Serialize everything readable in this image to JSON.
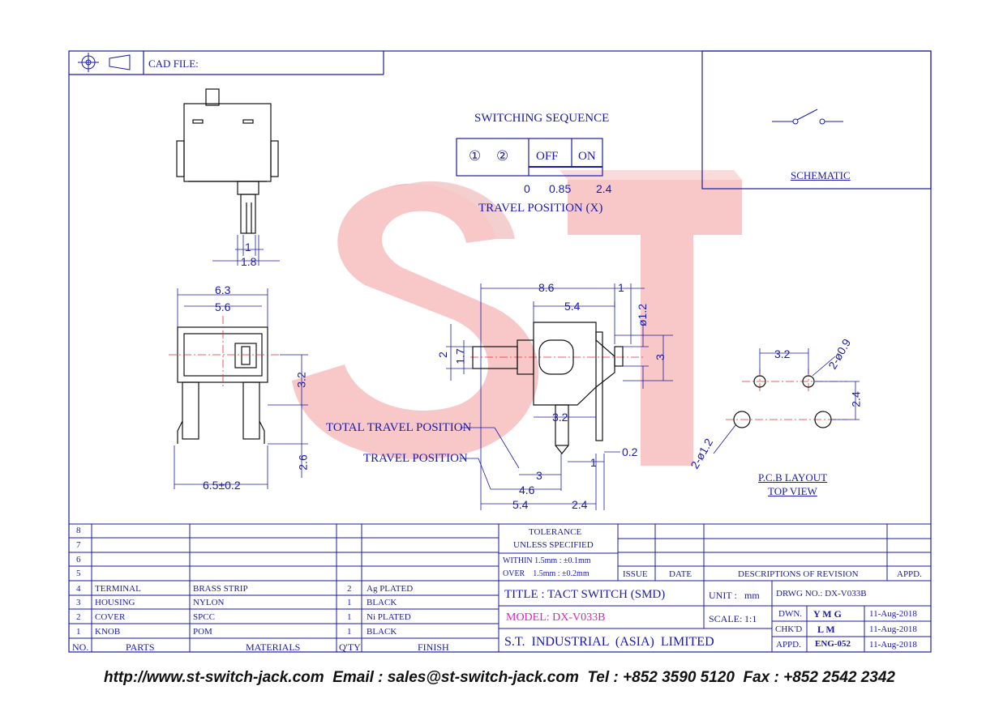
{
  "header": {
    "cad_label": "CAD FILE:"
  },
  "switching": {
    "title": "SWITCHING SEQUENCE",
    "c1": "①",
    "c2": "②",
    "off": "OFF",
    "on": "ON",
    "x0": "0",
    "x1": "0.85",
    "x2": "2.4",
    "axis": "TRAVEL POSITION (X)"
  },
  "schematic": {
    "label": "SCHEMATIC"
  },
  "dims": {
    "d1": "1",
    "d18": "1.8",
    "d63": "6.3",
    "d56": "5.6",
    "d32a": "3.2",
    "d26": "2.6",
    "d65": "6.5±0.2",
    "d86": "8.6",
    "d1b": "1",
    "d54": "5.4",
    "d12": "ø1.2",
    "d2": "2",
    "d17": "1.7",
    "d3": "3",
    "d32b": "3.2",
    "d02": "0.2",
    "d1c": "1",
    "d3b": "3",
    "d46": "4.6",
    "d54b": "5.4",
    "d24": "2.4",
    "pcb32": "3.2",
    "pcb09": "2-ø0.9",
    "pcb24": "2.4",
    "pcb12": "2-ø1.2"
  },
  "callouts": {
    "total": "TOTAL TRAVEL POSITION",
    "travel": "TRAVEL POSITION"
  },
  "pcb": {
    "l1": "P.C.B LAYOUT",
    "l2": "TOP VIEW"
  },
  "bom": {
    "numbers": [
      "8",
      "7",
      "6",
      "5"
    ],
    "rows": [
      {
        "no": "4",
        "part": "TERMINAL",
        "mat": "BRASS STRIP",
        "qty": "2",
        "finish": "Ag PLATED"
      },
      {
        "no": "3",
        "part": "HOUSING",
        "mat": "NYLON",
        "qty": "1",
        "finish": "BLACK"
      },
      {
        "no": "2",
        "part": "COVER",
        "mat": "SPCC",
        "qty": "1",
        "finish": "Ni PLATED"
      },
      {
        "no": "1",
        "part": "KNOB",
        "mat": "POM",
        "qty": "1",
        "finish": "BLACK"
      }
    ],
    "headers": {
      "no": "NO.",
      "parts": "PARTS",
      "mat": "MATERIALS",
      "qty": "Q'TY",
      "finish": "FINISH"
    }
  },
  "tolerance": {
    "t1": "TOLERANCE",
    "t2": "UNLESS  SPECIFIED",
    "t3": "WITHIN  1.5mm : ±0.1mm",
    "t4": "OVER    1.5mm : ±0.2mm"
  },
  "revision": {
    "issue": "ISSUE",
    "date": "DATE",
    "desc": "DESCRIPTIONS  OF  REVISION",
    "appd": "APPD."
  },
  "title_block": {
    "title": "TITLE : TACT SWITCH (SMD)",
    "unit_label": "UNIT :",
    "unit": "mm",
    "drwg": "DRWG NO.: DX-V033B",
    "model": "MODEL: DX-V033B",
    "scale_label": "SCALE:",
    "scale": "1:1",
    "company": "S.T.  INDUSTRIAL  (ASIA)  LIMITED",
    "dwn": "DWN.",
    "dwn_name": "Y M G",
    "dwn_date": "11-Aug-2018",
    "chk": "CHK'D",
    "chk_name": "L M",
    "chk_date": "11-Aug-2018",
    "appd": "APPD.",
    "appd_name": "ENG-052",
    "appd_date": "11-Aug-2018"
  },
  "footer": {
    "text": "http://www.st-switch-jack.com  Email : sales@st-switch-jack.com  Tel : +852 3590 5120  Fax : +852 2542 2342"
  }
}
